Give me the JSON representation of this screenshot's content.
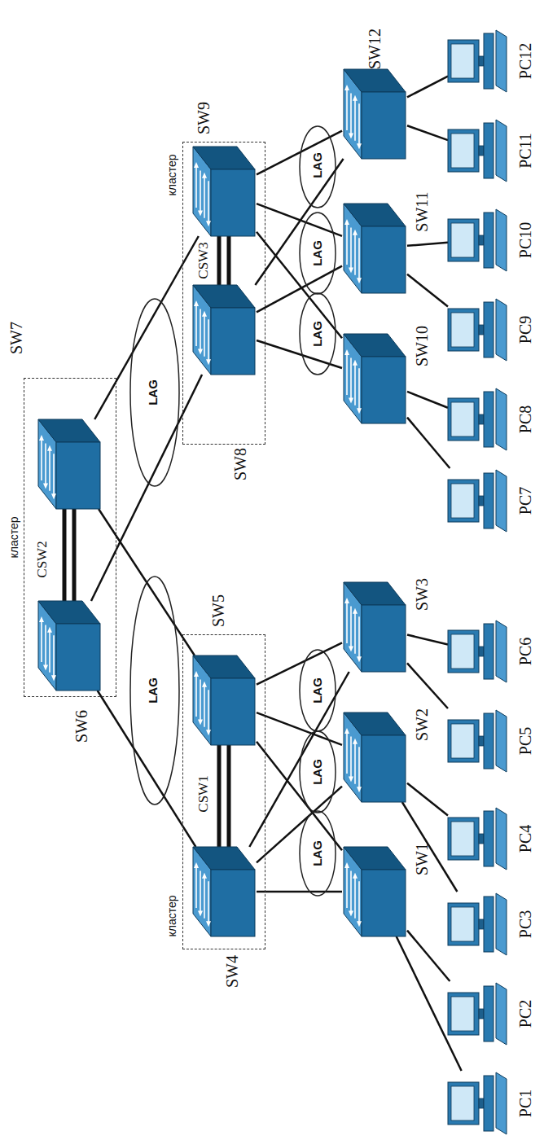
{
  "diagram": {
    "nodes": [
      {
        "text": [
          "CSW2",
          "кластер"
        ]
      },
      {
        "text": [
          "SW6"
        ],
        "in": 0
      },
      {
        "text": [
          "SW7"
        ],
        "in": 0
      },
      {
        "text": [
          "CSW1",
          "кластер"
        ]
      },
      {
        "text": [
          "SW4"
        ],
        "in": 3
      },
      {
        "text": [
          "SW5"
        ],
        "in": 3
      },
      {
        "text": [
          "CSW3",
          "кластер"
        ]
      },
      {
        "text": [
          "SW8"
        ],
        "in": 6
      },
      {
        "text": [
          "SW9"
        ],
        "in": 6
      },
      {
        "text": [
          "SW1"
        ]
      },
      {
        "text": [
          "SW2"
        ]
      },
      {
        "text": [
          "SW3"
        ]
      },
      {
        "text": [
          "SW10"
        ]
      },
      {
        "text": [
          "SW11"
        ]
      },
      {
        "text": [
          "SW12"
        ]
      },
      {
        "text": [
          "PC1"
        ]
      },
      {
        "text": [
          "PC2"
        ]
      },
      {
        "text": [
          "PC3"
        ]
      },
      {
        "text": [
          "PC4"
        ]
      },
      {
        "text": [
          "PC5"
        ]
      },
      {
        "text": [
          "PC6"
        ]
      },
      {
        "text": [
          "PC7"
        ]
      },
      {
        "text": [
          "PC8"
        ]
      },
      {
        "text": [
          "PC9"
        ]
      },
      {
        "text": [
          "PC10"
        ]
      },
      {
        "text": [
          "PC11"
        ]
      },
      {
        "text": [
          "PC12"
        ]
      }
    ],
    "edges": [
      {
        "from": 1,
        "to": 2,
        "arrow": "none"
      },
      {
        "from": 1,
        "to": 2,
        "arrow": "none"
      },
      {
        "from": 1,
        "to": 4,
        "arrow": "none"
      },
      {
        "from": 1,
        "to": 7,
        "arrow": "none"
      },
      {
        "from": 2,
        "to": 5,
        "arrow": "none"
      },
      {
        "from": 2,
        "to": 8,
        "arrow": "none"
      },
      {
        "from": 4,
        "to": 5,
        "arrow": "none"
      },
      {
        "from": 4,
        "to": 5,
        "arrow": "none"
      },
      {
        "from": 7,
        "to": 8,
        "arrow": "none"
      },
      {
        "from": 7,
        "to": 8,
        "arrow": "none"
      },
      {
        "from": 4,
        "to": 9,
        "arrow": "none"
      },
      {
        "from": 5,
        "to": 9,
        "arrow": "none"
      },
      {
        "from": 4,
        "to": 10,
        "arrow": "none"
      },
      {
        "from": 5,
        "to": 10,
        "arrow": "none"
      },
      {
        "from": 4,
        "to": 11,
        "arrow": "none"
      },
      {
        "from": 5,
        "to": 11,
        "arrow": "none"
      },
      {
        "from": 7,
        "to": 12,
        "arrow": "none"
      },
      {
        "from": 8,
        "to": 12,
        "arrow": "none"
      },
      {
        "from": 7,
        "to": 13,
        "arrow": "none"
      },
      {
        "from": 8,
        "to": 13,
        "arrow": "none"
      },
      {
        "from": 7,
        "to": 14,
        "arrow": "none"
      },
      {
        "from": 8,
        "to": 14,
        "arrow": "none"
      },
      {
        "from": 9,
        "to": 15,
        "arrow": "none"
      },
      {
        "from": 9,
        "to": 16,
        "arrow": "none"
      },
      {
        "from": 10,
        "to": 17,
        "arrow": "none"
      },
      {
        "from": 10,
        "to": 18,
        "arrow": "none"
      },
      {
        "from": 11,
        "to": 19,
        "arrow": "none"
      },
      {
        "from": 11,
        "to": 20,
        "arrow": "none"
      },
      {
        "from": 12,
        "to": 21,
        "arrow": "none"
      },
      {
        "from": 12,
        "to": 22,
        "arrow": "none"
      },
      {
        "from": 13,
        "to": 23,
        "arrow": "none"
      },
      {
        "from": 13,
        "to": 24,
        "arrow": "none"
      },
      {
        "from": 14,
        "to": 25,
        "arrow": "none"
      },
      {
        "from": 14,
        "to": 26,
        "arrow": "none"
      }
    ],
    "labels": [
      "LAG",
      "LAG",
      "LAG",
      "LAG",
      "LAG",
      "LAG",
      "LAG",
      "LAG"
    ]
  }
}
